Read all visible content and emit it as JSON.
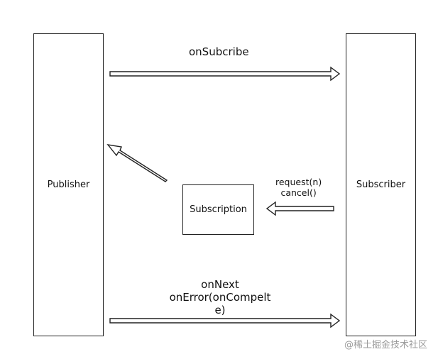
{
  "nodes": {
    "publisher": "Publisher",
    "subscriber": "Subscriber",
    "subscription": "Subscription"
  },
  "edges": {
    "on_subscribe": "onSubcribe",
    "request_line1": "request(n)",
    "request_line2": "cancel()",
    "on_next_line1": "onNext",
    "on_next_line2": "onError(onCompelt",
    "on_next_line3": "e)"
  },
  "watermark": "@稀土掘金技术社区"
}
